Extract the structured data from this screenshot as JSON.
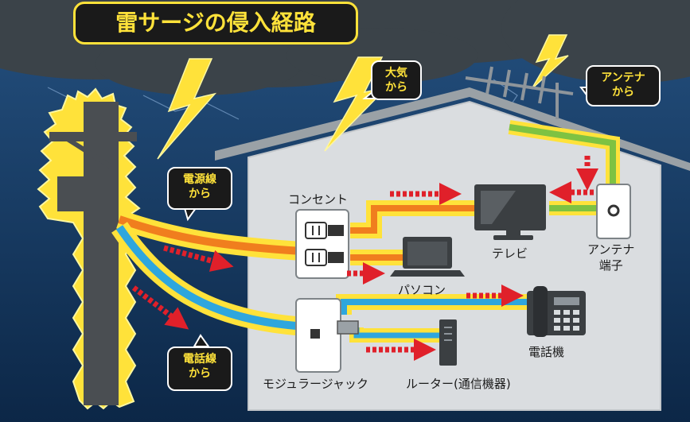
{
  "title": "雷サージの侵入経路",
  "bubbles": {
    "atmosphere_line1": "大気",
    "atmosphere_line2": "から",
    "antenna_line1": "アンテナ",
    "antenna_line2": "から",
    "power_line1": "電源線",
    "power_line2": "から",
    "phone_line1": "電話線",
    "phone_line2": "から"
  },
  "labels": {
    "outlet": "コンセント",
    "tv": "テレビ",
    "antenna_terminal_line1": "アンテナ",
    "antenna_terminal_line2": "端子",
    "pc": "パソコン",
    "phone": "電話機",
    "modular_jack": "モジュラージャック",
    "router": "ルーター(通信機器)"
  },
  "colors": {
    "sky": "#1c3f6e",
    "cloud": "#3b4349",
    "house": "#dadde0",
    "lightning": "#ffe23a",
    "power_cable": "#f07e1e",
    "phone_cable": "#2ea6dd",
    "antenna_cable": "#7ec242",
    "surge_arrow": "#e0202a"
  }
}
